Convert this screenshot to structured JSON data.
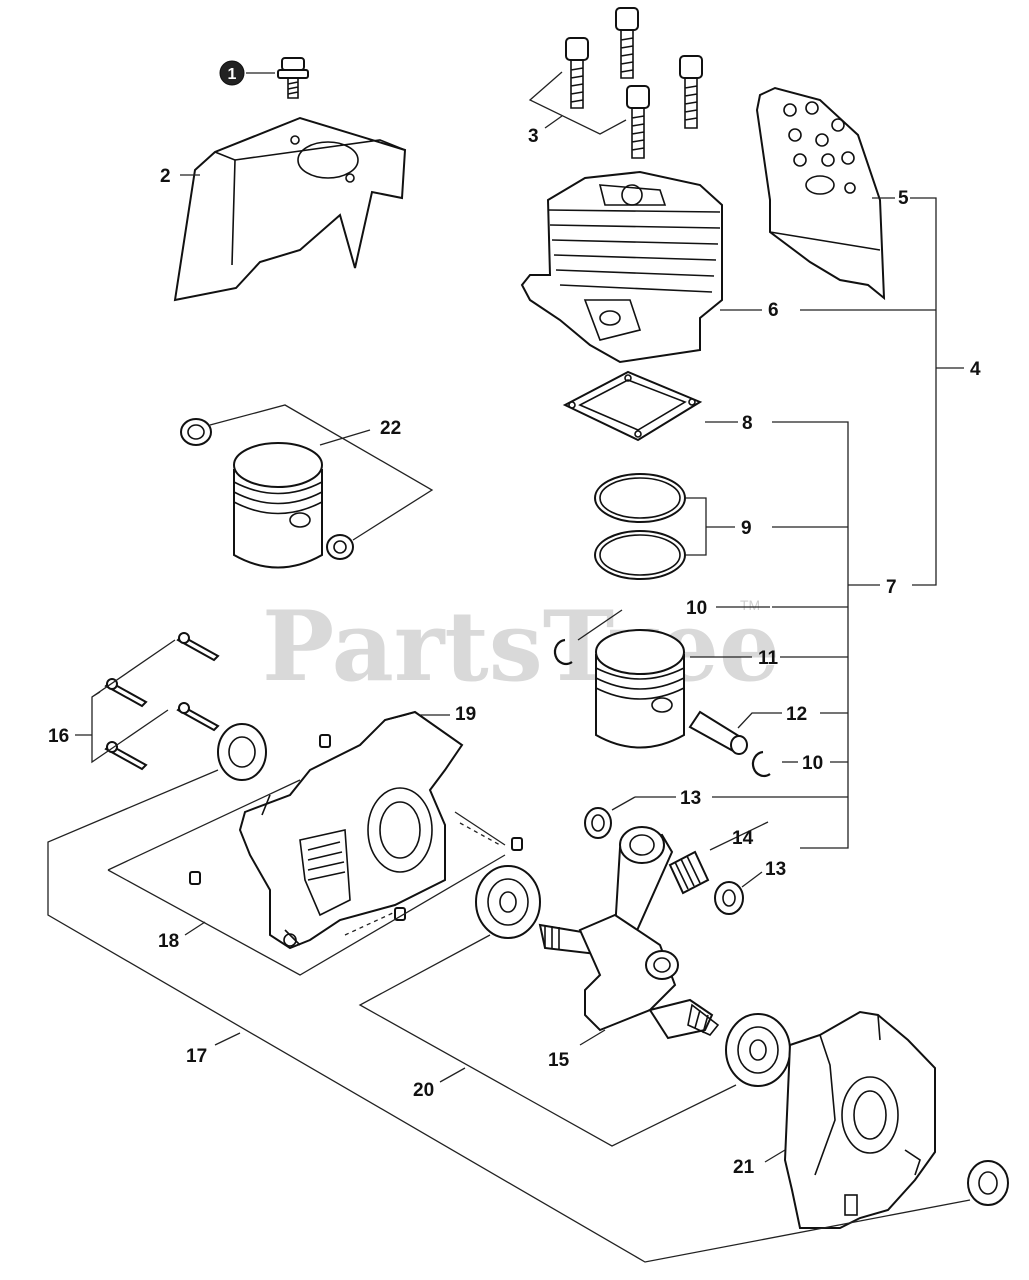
{
  "watermark": {
    "text": "PartsTree",
    "trademark": "TM"
  },
  "callouts": {
    "c1": "1",
    "c2": "2",
    "c3": "3",
    "c4": "4",
    "c5": "5",
    "c6": "6",
    "c7": "7",
    "c8": "8",
    "c9": "9",
    "c10a": "10",
    "c10b": "10",
    "c11": "11",
    "c12": "12",
    "c13a": "13",
    "c13b": "13",
    "c14": "14",
    "c15": "15",
    "c16": "16",
    "c17": "17",
    "c18": "18",
    "c19": "19",
    "c20": "20",
    "c21": "21",
    "c22": "22"
  },
  "colors": {
    "line": "#222222",
    "watermark": "#d9d9d9",
    "background": "#ffffff"
  }
}
